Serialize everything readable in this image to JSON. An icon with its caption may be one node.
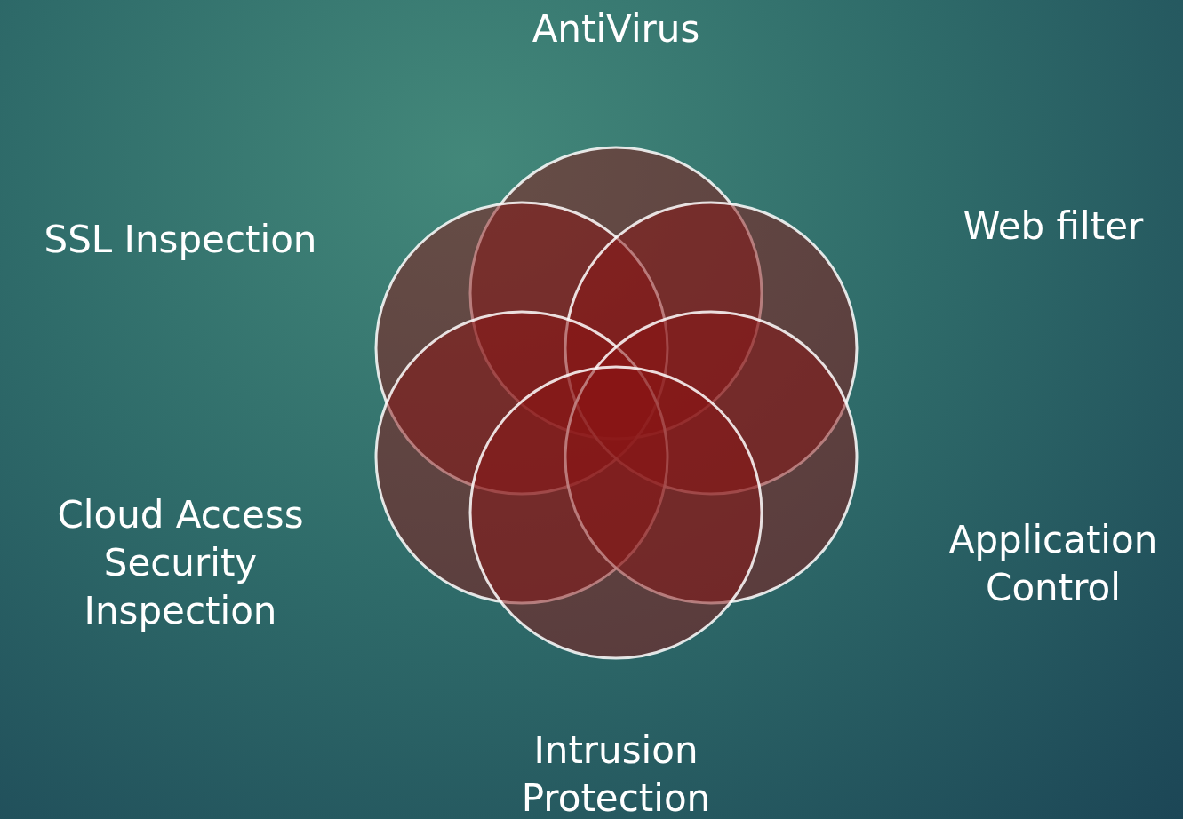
{
  "diagram": {
    "nodes": [
      {
        "text": [],
        "shape": "circle",
        "beside": [
          "AntiVirus"
        ]
      },
      {
        "text": [],
        "shape": "circle",
        "beside": [
          "SSL Inspection"
        ]
      },
      {
        "text": [],
        "shape": "circle",
        "beside": [
          "Web filter"
        ]
      },
      {
        "text": [],
        "shape": "circle",
        "beside": [
          "Cloud Access Security Inspection"
        ]
      },
      {
        "text": [],
        "shape": "circle",
        "beside": [
          "Application Control"
        ]
      },
      {
        "text": [],
        "shape": "circle",
        "beside": [
          "Intrusion Protection"
        ]
      }
    ]
  }
}
